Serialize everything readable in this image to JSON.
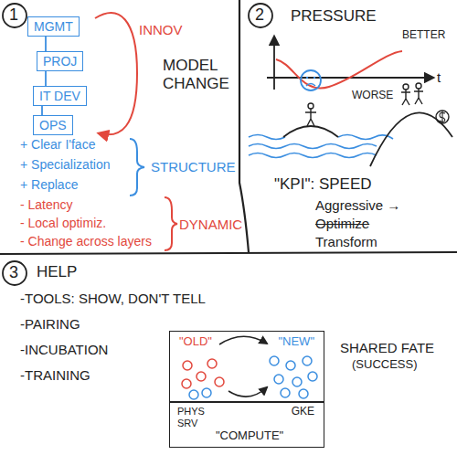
{
  "diagram": {
    "nodes": [
      {
        "text": [
          "MGMT"
        ]
      },
      {
        "text": [
          "PROJ"
        ]
      },
      {
        "text": [
          "IT DEV"
        ]
      },
      {
        "text": [
          "OPS"
        ]
      },
      {
        "text": [
          "\"OLD\"",
          "\"NEW\""
        ]
      },
      {
        "text": [
          "PHYS SRV",
          "GKE",
          "\"COMPUTE\""
        ]
      }
    ],
    "edges": [
      {
        "from": 0,
        "to": 1,
        "arrow": "none"
      },
      {
        "from": 1,
        "to": 2,
        "arrow": "none"
      },
      {
        "from": 2,
        "to": 3,
        "arrow": "none"
      }
    ],
    "labels": [
      "1",
      "INNOV",
      "MODEL CHANGE",
      "+ Clear I'face",
      "+ Specialization",
      "+ Replace",
      "STRUCTURE",
      "- Latency",
      "- Local optimiz.",
      "- Change across layers",
      "DYNAMIC",
      "2",
      "PRESSURE",
      "BETTER",
      "WORSE",
      "t",
      "\"KPI\": SPEED",
      "Aggressive →",
      "Optimize",
      "Transform",
      "3",
      "HELP",
      "-TOOLS: SHOW, DON'T TELL",
      "-PAIRING",
      "-INCUBATION",
      "-TRAINING",
      "SHARED FATE",
      "(SUCCESS)"
    ]
  }
}
